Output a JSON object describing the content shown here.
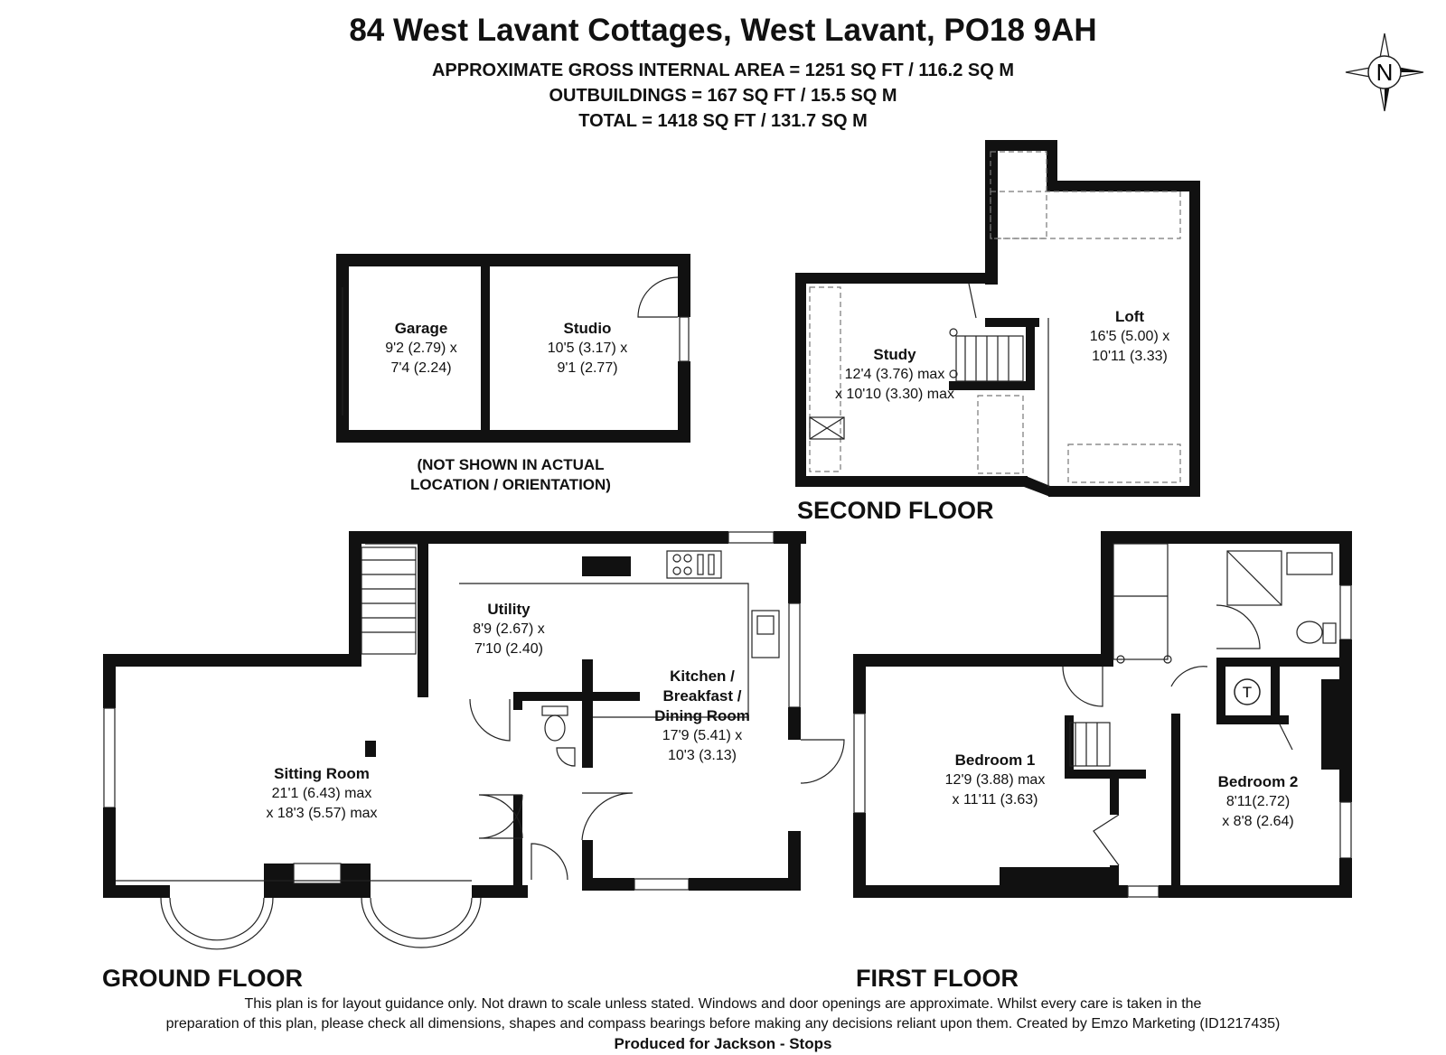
{
  "header": {
    "title": "84 West Lavant Cottages, West Lavant, PO18 9AH",
    "area_lines": [
      "APPROXIMATE GROSS INTERNAL AREA = 1251 SQ FT / 116.2 SQ M",
      "OUTBUILDINGS = 167 SQ FT / 15.5 SQ M",
      "TOTAL = 1418 SQ FT / 131.7 SQ M"
    ]
  },
  "compass": {
    "letter": "N"
  },
  "outbuildings": {
    "note": [
      "(NOT SHOWN IN ACTUAL",
      "LOCATION / ORIENTATION)"
    ],
    "rooms": [
      {
        "name": "Garage",
        "dims": [
          "9'2 (2.79) x",
          "7'4 (2.24)"
        ]
      },
      {
        "name": "Studio",
        "dims": [
          "10'5 (3.17) x",
          "9'1 (2.77)"
        ]
      }
    ]
  },
  "second_floor": {
    "label": "SECOND FLOOR",
    "rooms": [
      {
        "name": "Study",
        "dims": [
          "12'4 (3.76) max",
          "x 10'10 (3.30) max"
        ]
      },
      {
        "name": "Loft",
        "dims": [
          "16'5 (5.00) x",
          "10'11 (3.33)"
        ]
      }
    ]
  },
  "ground_floor": {
    "label": "GROUND FLOOR",
    "rooms": [
      {
        "name": "Utility",
        "dims": [
          "8'9 (2.67) x",
          "7'10 (2.40)"
        ]
      },
      {
        "name_lines": [
          "Kitchen /",
          "Breakfast /",
          "Dining Room"
        ],
        "dims": [
          "17'9 (5.41) x",
          "10'3 (3.13)"
        ]
      },
      {
        "name": "Sitting Room",
        "dims": [
          "21'1 (6.43) max",
          "x 18'3 (5.57) max"
        ]
      }
    ]
  },
  "first_floor": {
    "label": "FIRST FLOOR",
    "tank_label": "T",
    "rooms": [
      {
        "name": "Bedroom 1",
        "dims": [
          "12'9 (3.88) max",
          "x 11'11 (3.63)"
        ]
      },
      {
        "name": "Bedroom 2",
        "dims": [
          "8'11(2.72)",
          "x 8'8 (2.64)"
        ]
      }
    ]
  },
  "footer": {
    "disclaimer": [
      "This plan is for layout guidance only. Not drawn to scale unless stated. Windows and door openings are approximate. Whilst every care is taken in the",
      "preparation of this plan, please check all dimensions, shapes and compass bearings before making any decisions reliant upon them. Created by Emzo Marketing (ID1217435)"
    ],
    "produced_for": "Produced for Jackson - Stops"
  }
}
